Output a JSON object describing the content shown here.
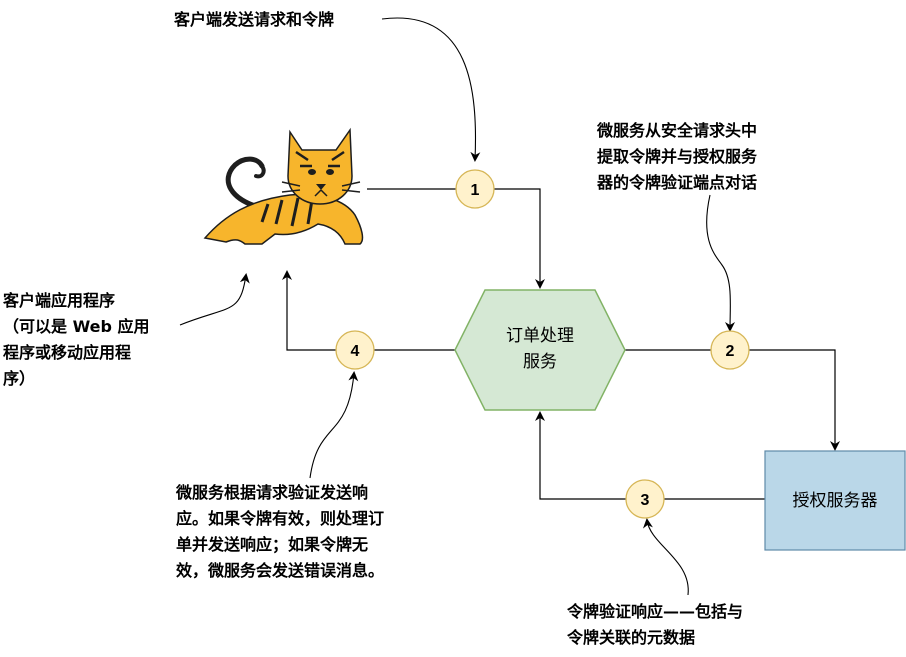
{
  "colors": {
    "hexagon_fill": "#D5E8D4",
    "hexagon_stroke": "#82B366",
    "auth_fill": "#BAD7E8",
    "auth_stroke": "#5F8AA8",
    "step_fill": "#FFF2CC",
    "step_stroke": "#D6B656",
    "cat_body": "#F7B52C",
    "cat_dark": "#1E1E1E"
  },
  "icons": {
    "client_app": "tomcat-cat-icon"
  },
  "nodes": {
    "order_service": {
      "lines": [
        "订单处理",
        "服务"
      ]
    },
    "auth_server": {
      "label": "授权服务器"
    }
  },
  "steps": [
    "1",
    "2",
    "3",
    "4"
  ],
  "annotations": {
    "client_request": [
      "客户端发送请求和令牌"
    ],
    "microservice_extract": [
      "微服务从安全请求头中",
      "提取令牌并与授权服务",
      "器的令牌验证端点对话"
    ],
    "client_app": [
      "客户端应用程序",
      "（可以是 Web 应用",
      "程序或移动应用程",
      "序）"
    ],
    "validate_response": [
      "微服务根据请求验证发送响",
      "应。如果令牌有效，则处理订",
      "单并发送响应；如果令牌无",
      "效，微服务会发送错误消息。"
    ],
    "token_response": [
      "令牌验证响应——包括与",
      "令牌关联的元数据"
    ]
  }
}
